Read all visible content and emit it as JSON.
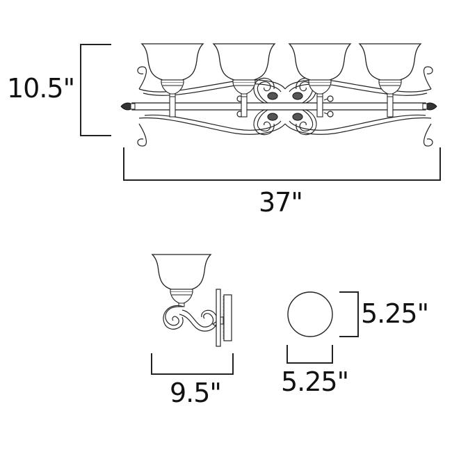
{
  "diagram": {
    "type": "product-dimension-drawing",
    "subject": "4-light bath vanity fixture",
    "line_color": "#222222",
    "background": "#ffffff",
    "views": {
      "front": {
        "label": "front-view",
        "lights": 4,
        "height_label": "10.5\"",
        "width_label": "37\""
      },
      "side": {
        "label": "side-view",
        "depth_label": "9.5\""
      },
      "backplate": {
        "label": "backplate-view",
        "height_label": "5.25\"",
        "width_label": "5.25\""
      }
    }
  }
}
